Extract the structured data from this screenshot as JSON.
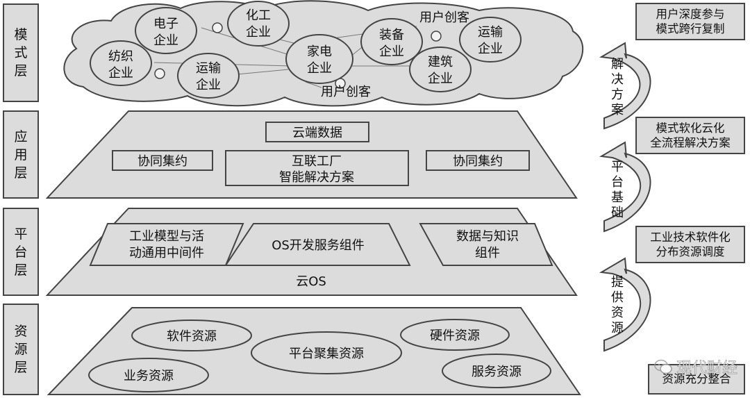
{
  "layers": {
    "model": "模式层",
    "application": "应用层",
    "platform": "平台层",
    "resource": "资源层"
  },
  "model_layer": {
    "nodes": {
      "electronics": [
        "电子",
        "企业"
      ],
      "chemical": [
        "化工",
        "企业"
      ],
      "textile": [
        "纺织",
        "企业"
      ],
      "transport_left": [
        "运输",
        "企业"
      ],
      "appliance": [
        "家电",
        "企业"
      ],
      "equipment": [
        "装备",
        "企业"
      ],
      "transport_right": [
        "运输",
        "企业"
      ],
      "construction": [
        "建筑",
        "企业"
      ]
    },
    "user_creation_top": "用户创客",
    "user_creation_bottom": "用户创客"
  },
  "application_layer": {
    "cloud_data": "云端数据",
    "collab_left": "协同集约",
    "collab_right": "协同集约",
    "smart_solution": [
      "互联工厂",
      "智能解决方案"
    ]
  },
  "platform_layer": {
    "middleware": [
      "工业模型与活",
      "动通用中间件"
    ],
    "os_components": "OS开发服务组件",
    "data_knowledge": [
      "数据与知识",
      "组件"
    ],
    "cloud_os": "云OS"
  },
  "resource_layer": {
    "software": "软件资源",
    "hardware": "硬件资源",
    "platform_gather": "平台聚集资源",
    "business": "业务资源",
    "service": "服务资源"
  },
  "side": {
    "box1": [
      "用户深度参与",
      "模式跨行复制"
    ],
    "arrow1": "解决方案",
    "box2": [
      "模式软化云化",
      "全流程解决方案"
    ],
    "arrow2": "平台基础",
    "box3": [
      "工业技术软件化",
      "分布资源调度"
    ],
    "arrow3": "提供资源",
    "box4": "资源充分整合"
  },
  "watermark": "现代财经",
  "colors": {
    "fill": "#dcdcdc",
    "stroke": "#444444",
    "background": "#ffffff"
  }
}
